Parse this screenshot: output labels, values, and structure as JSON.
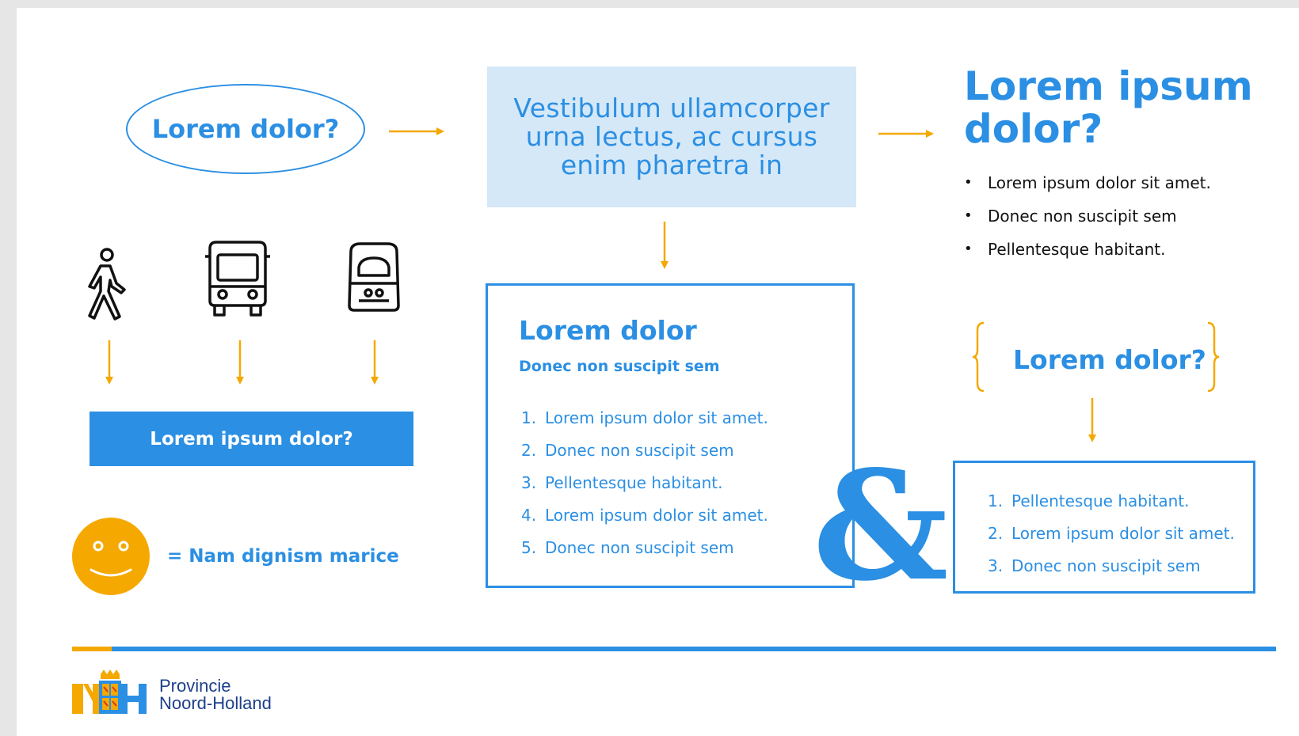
{
  "start": {
    "label": "Lorem dolor?"
  },
  "center_box": {
    "text": "Vestibulum ullamcorper urna lectus, ac cursus enim pharetra in"
  },
  "right": {
    "title": "Lorem ipsum dolor?",
    "bullets": [
      "Lorem ipsum dolor sit amet.",
      "Donec non suscipit sem",
      "Pellentesque habitant."
    ]
  },
  "modes": {
    "icons": [
      "walking-person-icon",
      "bus-icon",
      "train-icon"
    ],
    "bar_label": "Lorem ipsum dolor?"
  },
  "legend": {
    "icon": "smiley-icon",
    "label": "= Nam dignism marice"
  },
  "details_box": {
    "title": "Lorem dolor",
    "subtitle": "Donec non suscipit sem",
    "items": [
      "Lorem ipsum dolor sit amet.",
      "Donec non suscipit sem",
      "Pellentesque habitant.",
      "Lorem ipsum dolor sit amet.",
      "Donec non suscipit sem"
    ]
  },
  "ampersand": "&",
  "brace_box": {
    "label": "Lorem dolor?"
  },
  "right_box": {
    "items": [
      "Pellentesque habitant.",
      "Lorem ipsum dolor sit amet.",
      "Donec non suscipit sem"
    ]
  },
  "footer": {
    "logo_line1": "Provincie",
    "logo_line2": "Noord-Holland"
  },
  "colors": {
    "blue": "#2b8fe3",
    "light_blue": "#d5e8f8",
    "orange": "#f5a800",
    "smiley": "#f5a800"
  }
}
